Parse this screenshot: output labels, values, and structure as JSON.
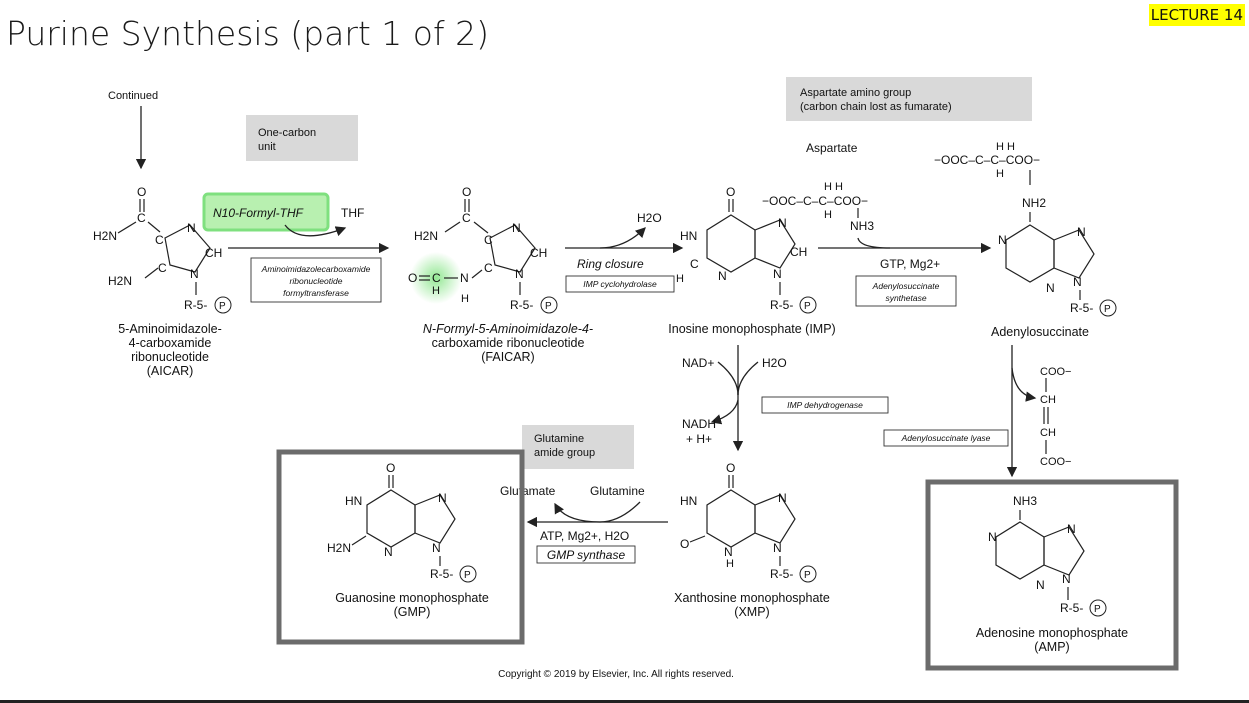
{
  "title": "Purine Synthesis (part 1 of 2)",
  "badge": "LECTURE 14",
  "continued": "Continued",
  "one_carbon": [
    "One-carbon",
    "unit"
  ],
  "aspartate_amino": [
    "Aspartate amino group",
    "(carbon chain lost as fumarate)"
  ],
  "glutamine_amide": [
    "Glutamine",
    "amide group"
  ],
  "formyl_thf": "N10-Formyl-THF",
  "thf": "THF",
  "h2o": "H2O",
  "ring_closure": "Ring closure",
  "aspartate": "Aspartate",
  "gtp_mg": "GTP, Mg2+",
  "nad": "NAD+",
  "nadh": "NADH",
  "plus_h": "+ H+",
  "glutamate": "Glutamate",
  "glutamine": "Glutamine",
  "atp_mg_h2o": "ATP, Mg2+, H2O",
  "ooc_coo": "−OOC–C–C–COO−",
  "enzymes": {
    "transformylase": [
      "Aminoimidazolecarboxamide",
      "ribonucleotide",
      "formyltransferase"
    ],
    "cyclohydrolase": "IMP cyclohydrolase",
    "adenylosuccinate_synthetase": [
      "Adenylosuccinate",
      "synthetase"
    ],
    "imp_dehydrogenase": "IMP dehydrogenase",
    "adenylosuccinate_lyase": "Adenylosuccinate lyase",
    "gmp_synthase": "GMP synthase"
  },
  "compounds": {
    "aicar": [
      "5-Aminoimidazole-",
      "4-carboxamide",
      "ribonucleotide",
      "(AICAR)"
    ],
    "faicar": [
      "N-Formyl-5-Aminoimidazole-4-",
      "carboxamide ribonucleotide",
      "(FAICAR)"
    ],
    "imp": "Inosine monophosphate (IMP)",
    "adenylosuccinate": "Adenylosuccinate",
    "xmp": [
      "Xanthosine monophosphate",
      "(XMP)"
    ],
    "gmp": [
      "Guanosine monophosphate",
      "(GMP)"
    ],
    "amp": [
      "Adenosine monophosphate",
      "(AMP)"
    ]
  },
  "fumarate": [
    "COO−",
    "CH",
    "CH",
    "COO−"
  ],
  "ribose_label": "R-5-",
  "phosphate": "P",
  "copyright": "Copyright © 2019 by Elsevier, Inc. All rights reserved.",
  "colors": {
    "highlight_green": "#7fe07f",
    "badge_yellow": "#ffff00",
    "label_grey": "#d9d9d9"
  }
}
